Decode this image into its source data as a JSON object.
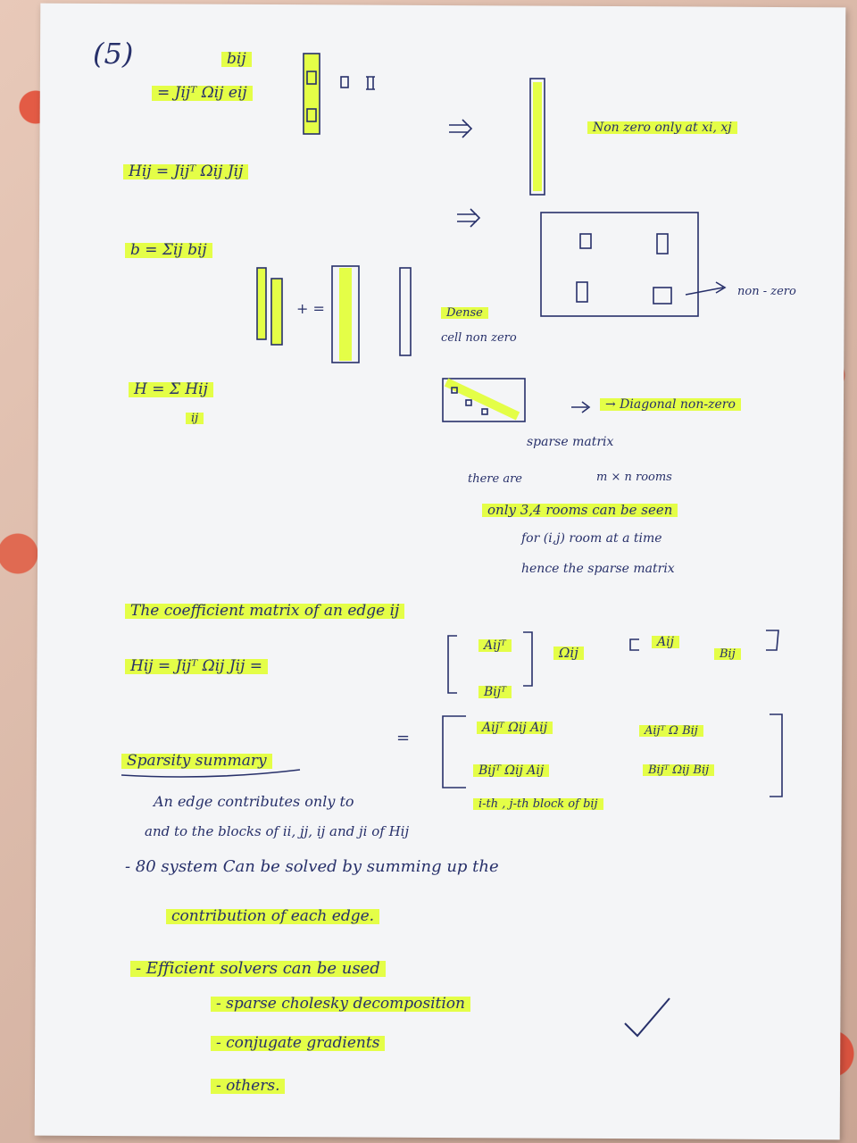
{
  "page_number": "(5)",
  "lines": {
    "bij": "bij",
    "bij_eq": "= Jijᵀ Ωij eij",
    "nonzero_at": "Non zero only at xi, xj",
    "hij_def": "Hij = Jijᵀ Ωij Jij",
    "b_sum": "b = Σij bij",
    "plus_eq": "+ =",
    "dense": "Dense",
    "cell_nonzero": "cell non zero",
    "nonzero_label": "non - zero",
    "h_sum": "H = Σ Hij",
    "h_sum_sub": "ij",
    "diagonal": "→ Diagonal non-zero",
    "sparse_matrix": "sparse matrix",
    "there_are": "there are",
    "m_rooms": "m × n   rooms",
    "only_rooms": "only   3,4 rooms can be seen",
    "for_room": "for (i,j) room at a time",
    "hence": "hence the sparse matrix",
    "coefficient": "The    coefficient    matrix   of   an   edge ij",
    "hij_expand": "Hij = Jijᵀ Ωij Jij  =",
    "aijT": "Aijᵀ",
    "bijT": "Bijᵀ",
    "omega": "Ωij",
    "aij": "Aij",
    "bij2": "Bij",
    "eq2": "=",
    "m11": "Aijᵀ Ωij Aij",
    "m12": "Aijᵀ Ω Bij",
    "m21": "Bijᵀ Ωij Aij",
    "m22": "Bijᵀ Ωij Bij",
    "sparsity": "Sparsity summary",
    "edge_contrib": "An  edge  contributes  only  to",
    "ith_jth": "i-th , j-th block of bij",
    "and_to": "and   to   the   blocks  of  ii, jj, ij  and ji  of  Hij",
    "system": "-   80   system      Can be   solved  by  summing  up the",
    "contribution": "contribution   of each edge.",
    "efficient": "-   Efficient   solvers   can   be used",
    "sparse_cholesky": "-   sparse   cholesky   decomposition",
    "conjugate": "-   conjugate   gradients",
    "others": "-   others.",
    "check_icon": "checkmark-icon"
  }
}
